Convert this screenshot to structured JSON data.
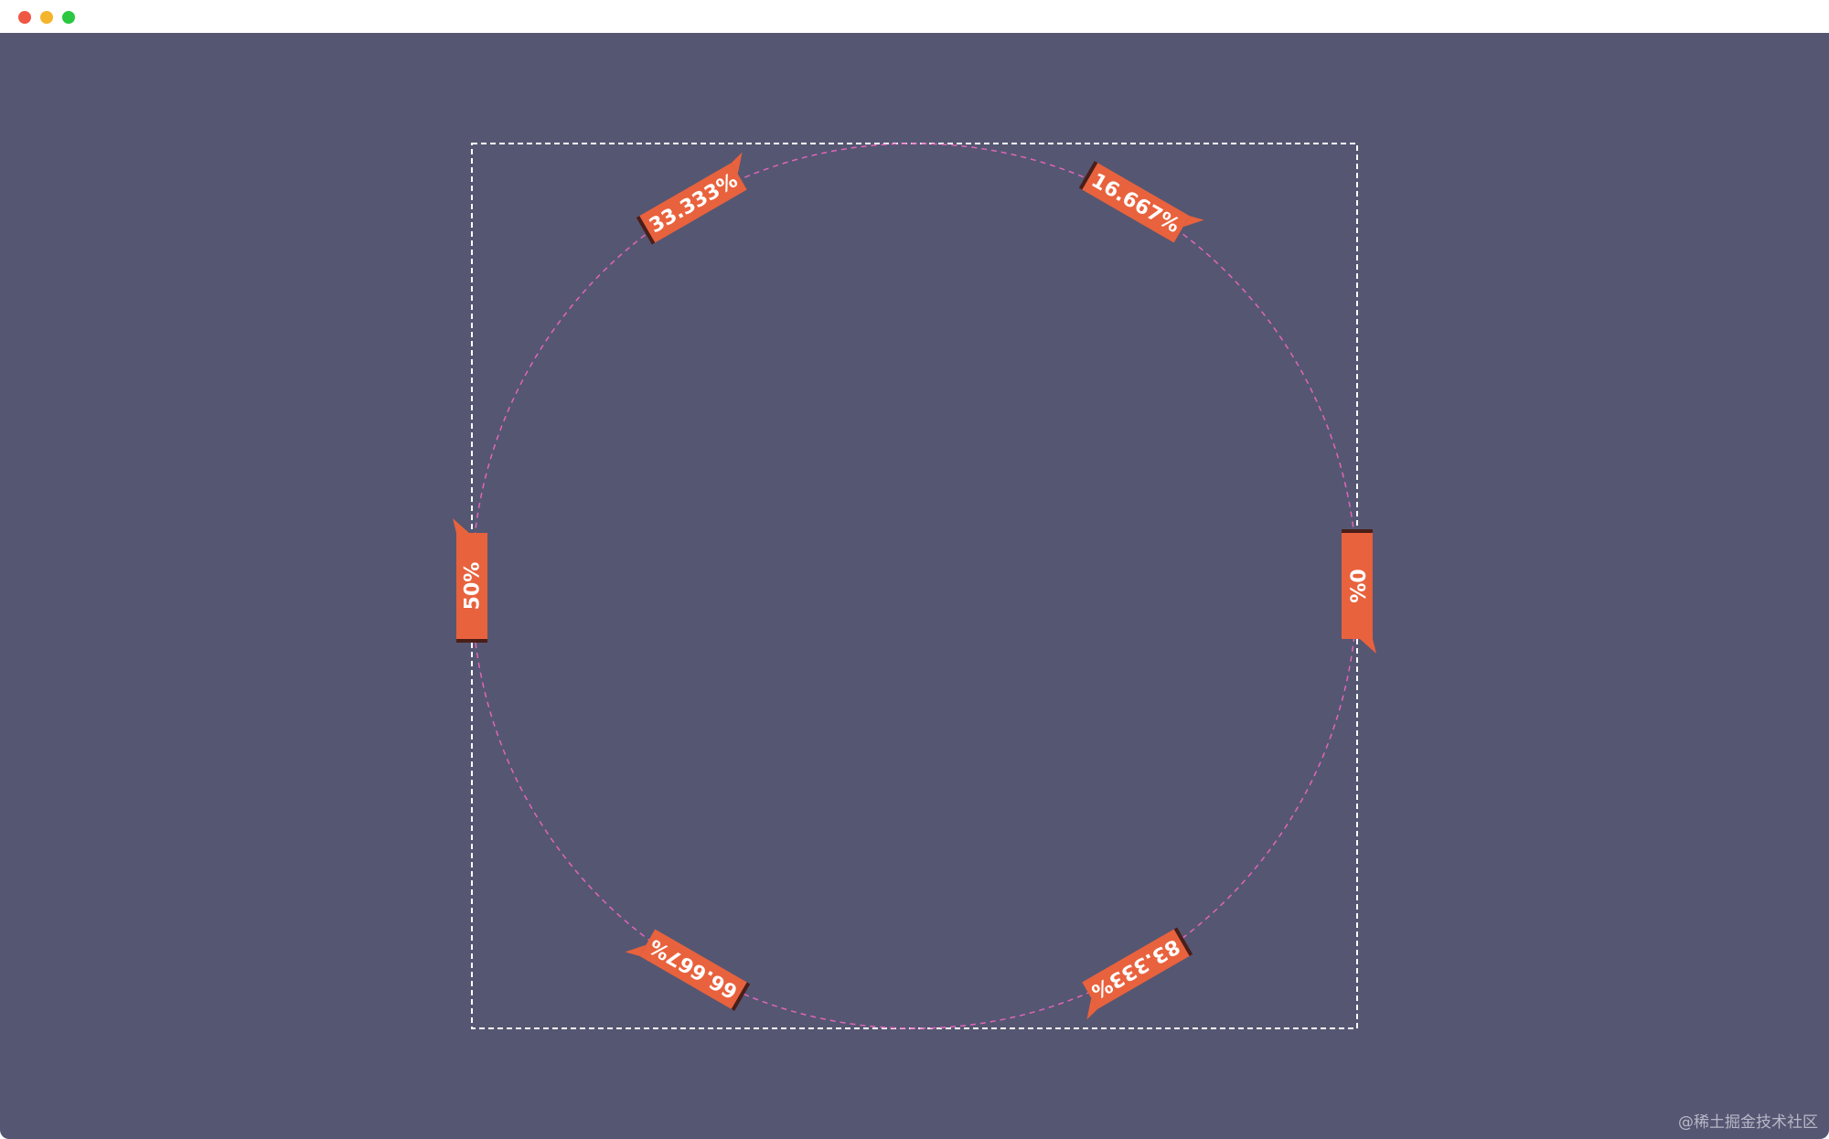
{
  "window": {
    "controls": [
      {
        "name": "close",
        "color": "#ee5744"
      },
      {
        "name": "minimize",
        "color": "#f4b42c"
      },
      {
        "name": "maximize",
        "color": "#29c840"
      }
    ]
  },
  "colors": {
    "background": "#555672",
    "frame": "#ffffff",
    "path": "#e066b8",
    "marker": "#e8623d",
    "marker_edge": "#4a1e18"
  },
  "markers": [
    {
      "label": "0%",
      "percent": 0
    },
    {
      "label": "16.667%",
      "percent": 16.667
    },
    {
      "label": "33.333%",
      "percent": 33.333
    },
    {
      "label": "50%",
      "percent": 50
    },
    {
      "label": "66.667%",
      "percent": 66.667
    },
    {
      "label": "83.333%",
      "percent": 83.333
    }
  ],
  "watermark": "@稀土掘金技术社区"
}
